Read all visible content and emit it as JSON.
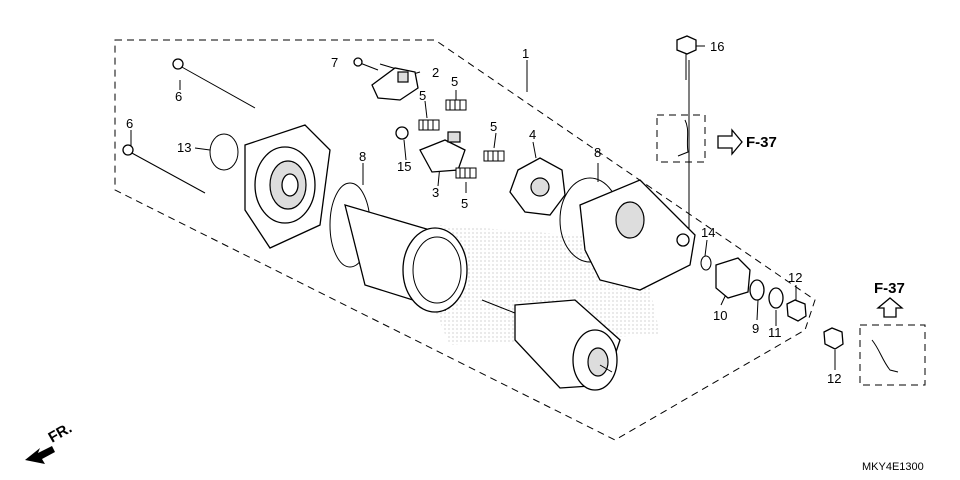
{
  "diagram": {
    "drawing_code": "MKY4E1300",
    "front_marker": "FR.",
    "refs": {
      "right": "F-37",
      "inset": "F-37"
    },
    "callouts": {
      "c1": "1",
      "c2": "2",
      "c3": "3",
      "c4": "4",
      "c5a": "5",
      "c5b": "5",
      "c5c": "5",
      "c5d": "5",
      "c6a": "6",
      "c6b": "6",
      "c7": "7",
      "c8a": "8",
      "c8b": "8",
      "c9": "9",
      "c10": "10",
      "c11": "11",
      "c12a": "12",
      "c12b": "12",
      "c13": "13",
      "c15": "15",
      "c16": "16",
      "c14": "14"
    }
  }
}
